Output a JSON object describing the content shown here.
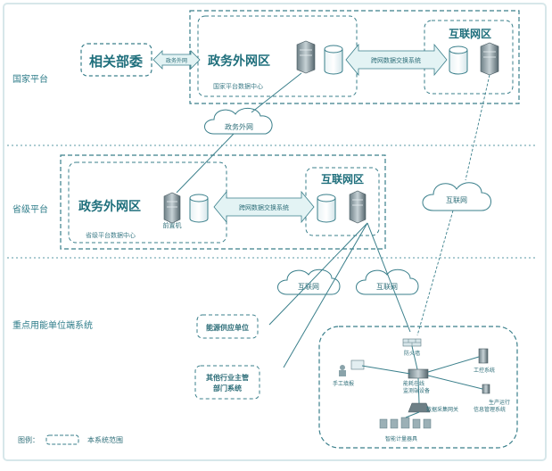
{
  "rows": {
    "national": "国家平台",
    "provincial": "省级平台",
    "enterprise": "重点用能单位端系统"
  },
  "national": {
    "related_dept": "相关部委",
    "link_label": "政务外网",
    "gov_zone_title": "政务外网区",
    "datacenter_label": "国家平台数据中心",
    "exchange_label": "跨网数据交换系统",
    "internet_zone_title": "互联网区",
    "cloud_label": "政务外网"
  },
  "provincial": {
    "gov_zone_title": "政务外网区",
    "datacenter_label": "省级平台数据中心",
    "frontend_label": "前置机",
    "exchange_label": "跨网数据交换系统",
    "internet_zone_title": "互联网区",
    "cloud_right": "互联网"
  },
  "enterprise": {
    "cloud_left": "互联网",
    "cloud_right": "互联网",
    "energy_supplier": "能源供应单位",
    "other_industry_line1": "其他行业主管",
    "other_industry_line2": "部门系统",
    "firewall": "防火墙",
    "manual_entry": "手工填报",
    "monitor_line1": "能耗在线",
    "monitor_line2": "监测端设备",
    "industrial_control": "工控系统",
    "production_line1": "生产运行",
    "production_line2": "信息管理系统",
    "gateway": "数据采集网关",
    "meters": "智能计量器具"
  },
  "legend": {
    "prefix": "图例：",
    "suffix": "本系统范围"
  },
  "colors": {
    "teal": "#2f7d8a",
    "dashed": "#3a7f8b",
    "arrow_fill": "#e3f3f4"
  }
}
